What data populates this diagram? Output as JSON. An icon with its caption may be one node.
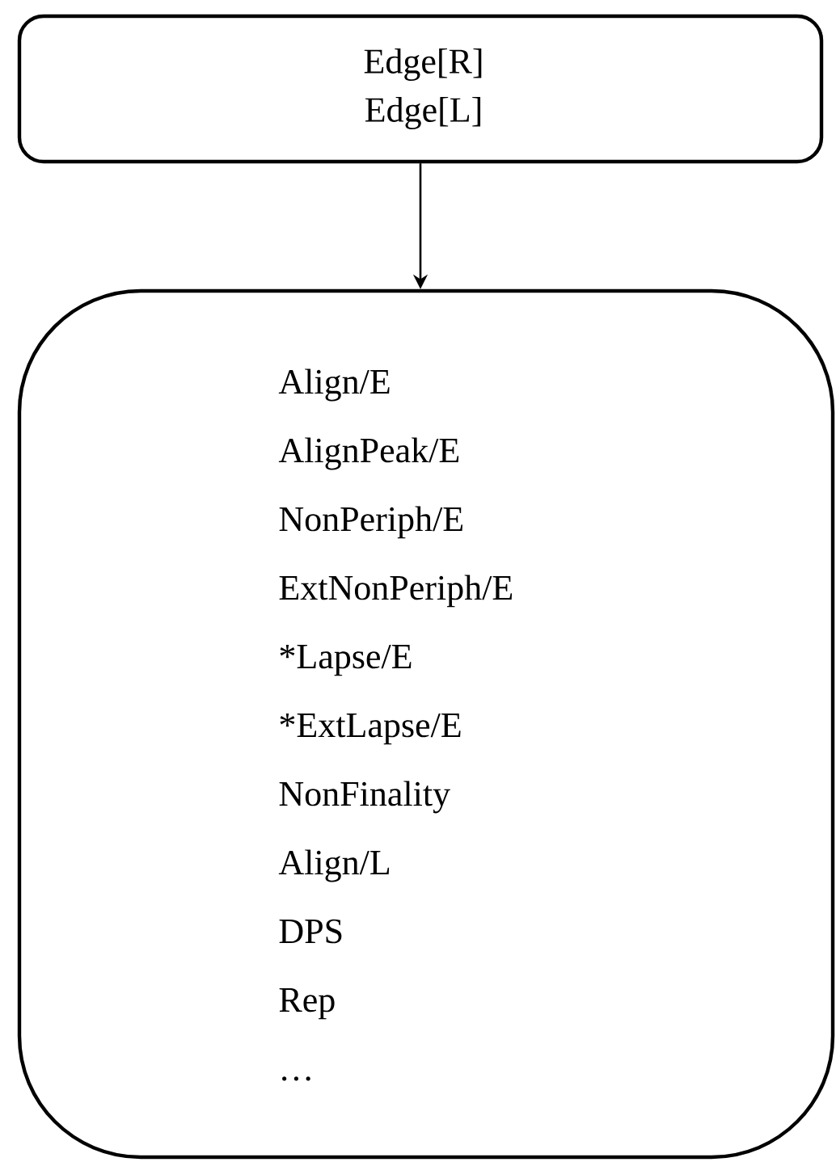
{
  "diagram": {
    "nodes": [
      {
        "text": [
          "Edge[R]",
          "Edge[L]"
        ]
      },
      {
        "text": [
          "Align/E",
          "AlignPeak/E",
          "NonPeriph/E",
          "ExtNonPeriph/E",
          "*Lapse/E",
          "*ExtLapse/E",
          "NonFinality",
          "Align/L",
          "DPS",
          "Rep",
          "…"
        ]
      }
    ],
    "edges": [
      {
        "from": 0,
        "to": 1,
        "arrow": "to"
      }
    ]
  }
}
